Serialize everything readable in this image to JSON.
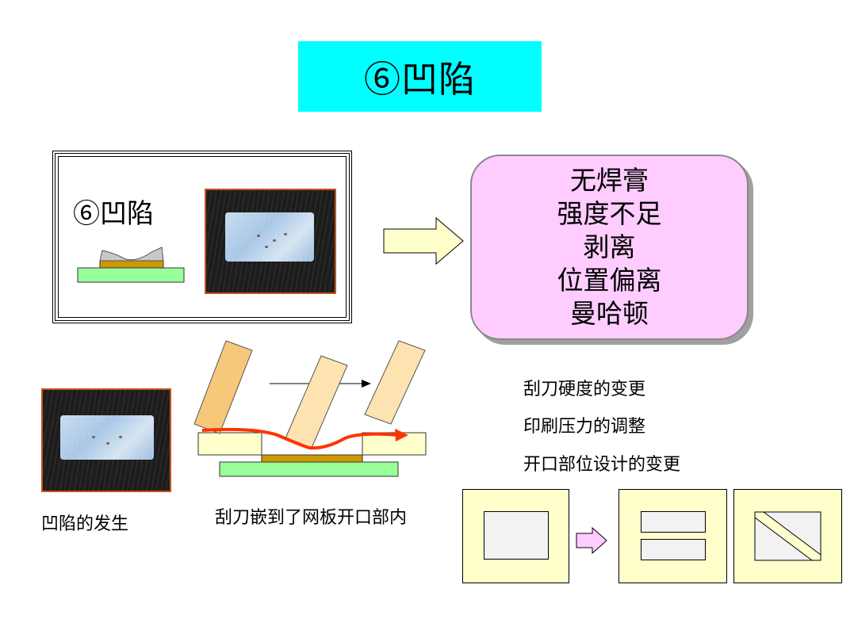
{
  "title": "⑥凹陷",
  "framed_label": "⑥凹陷",
  "causes": [
    "无焊膏",
    "强度不足",
    "剥离",
    "位置偏离",
    "曼哈顿"
  ],
  "caption_left": "凹陷的发生",
  "caption_mid": "刮刀嵌到了网板开口部内",
  "countermeasures": [
    "刮刀硬度的变更",
    "印刷压力的调整",
    "开口部位设计的变更"
  ],
  "colors": {
    "title_bg": "#00ffff",
    "cause_box_bg": "#ffccff",
    "substrate": "#99ff99",
    "paste": "#cc9900",
    "stencil": "#ffffcc",
    "squeegee_hard": "#f7c87a",
    "squeegee": "#fde3b0",
    "flow_arrow": "#ff3300",
    "arrow_fill": "#ffffcc",
    "small_arrow_fill": "#ffccff"
  }
}
